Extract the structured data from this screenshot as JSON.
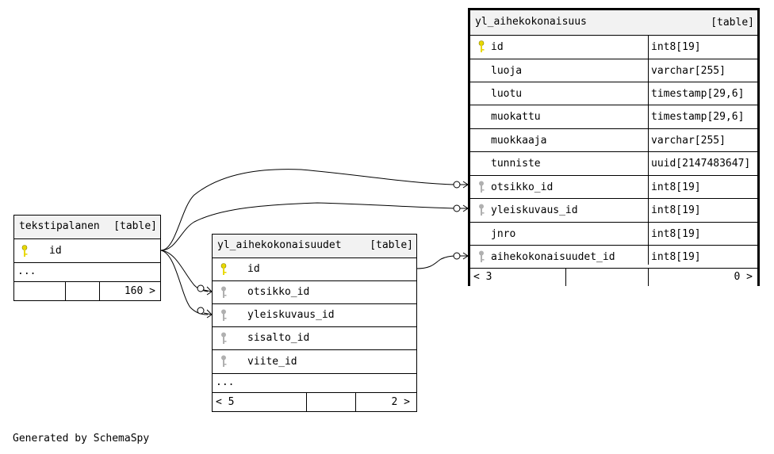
{
  "tables": {
    "tekstipalanen": {
      "name": "tekstipalanen",
      "kind": "[table]",
      "columns": [
        {
          "name": "id",
          "key": "primary"
        }
      ],
      "ellipsis": "...",
      "footer": {
        "left": "",
        "middle": "",
        "right": "160 >"
      }
    },
    "yl_aihekokonaisuudet": {
      "name": "yl_aihekokonaisuudet",
      "kind": "[table]",
      "columns": [
        {
          "name": "id",
          "key": "primary"
        },
        {
          "name": "otsikko_id",
          "key": "foreign"
        },
        {
          "name": "yleiskuvaus_id",
          "key": "foreign"
        },
        {
          "name": "sisalto_id",
          "key": "foreign"
        },
        {
          "name": "viite_id",
          "key": "foreign"
        }
      ],
      "ellipsis": "...",
      "footer": {
        "left": "< 5",
        "middle": "",
        "right": "2 >"
      }
    },
    "yl_aihekokonaisuus": {
      "name": "yl_aihekokonaisuus",
      "kind": "[table]",
      "columns": [
        {
          "name": "id",
          "type": "int8[19]",
          "key": "primary"
        },
        {
          "name": "luoja",
          "type": "varchar[255]",
          "key": "none"
        },
        {
          "name": "luotu",
          "type": "timestamp[29,6]",
          "key": "none"
        },
        {
          "name": "muokattu",
          "type": "timestamp[29,6]",
          "key": "none"
        },
        {
          "name": "muokkaaja",
          "type": "varchar[255]",
          "key": "none"
        },
        {
          "name": "tunniste",
          "type": "uuid[2147483647]",
          "key": "none"
        },
        {
          "name": "otsikko_id",
          "type": "int8[19]",
          "key": "foreign"
        },
        {
          "name": "yleiskuvaus_id",
          "type": "int8[19]",
          "key": "foreign"
        },
        {
          "name": "jnro",
          "type": "int8[19]",
          "key": "none"
        },
        {
          "name": "aihekokonaisuudet_id",
          "type": "int8[19]",
          "key": "foreign"
        }
      ],
      "footer": {
        "left": "< 3",
        "middle": "",
        "right": "0 >"
      }
    }
  },
  "relationships": [
    {
      "from": "tekstipalanen.id",
      "to": "yl_aihekokonaisuus.otsikko_id"
    },
    {
      "from": "tekstipalanen.id",
      "to": "yl_aihekokonaisuus.yleiskuvaus_id"
    },
    {
      "from": "tekstipalanen.id",
      "to": "yl_aihekokonaisuudet.otsikko_id"
    },
    {
      "from": "tekstipalanen.id",
      "to": "yl_aihekokonaisuudet.yleiskuvaus_id"
    },
    {
      "from": "yl_aihekokonaisuudet.id",
      "to": "yl_aihekokonaisuus.aihekokonaisuudet_id"
    }
  ],
  "colors": {
    "primary_key": "#e8d800",
    "foreign_key": "#b0b0b0",
    "header_bg": "#f2f2f2"
  },
  "generated_by": "Generated by SchemaSpy"
}
